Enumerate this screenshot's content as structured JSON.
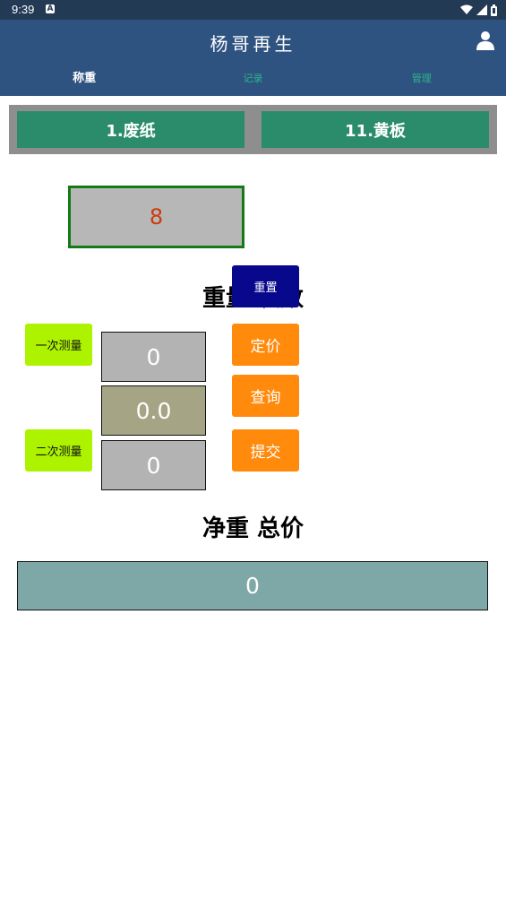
{
  "status_bar": {
    "time": "9:39",
    "notification_letter": "A",
    "icons": [
      "wifi-icon",
      "signal-icon",
      "battery-icon"
    ]
  },
  "app_bar": {
    "title": "杨哥再生",
    "tabs": [
      {
        "label": "称重",
        "active": true
      },
      {
        "label": "记录",
        "active": false
      },
      {
        "label": "管理",
        "active": false
      }
    ]
  },
  "categories": {
    "left": "1.废纸",
    "right": "11.黄板"
  },
  "count_value": "8",
  "buttons": {
    "reset": "重置",
    "first_measure": "一次测量",
    "second_measure": "二次测量",
    "price": "定价",
    "query": "查询",
    "submit": "提交"
  },
  "headings": {
    "weight": "重量 次数",
    "net_total": "净重 总价"
  },
  "values": {
    "first": "0",
    "middle": "0.0",
    "second": "0",
    "total": "0"
  },
  "colors": {
    "status_bar": "#233a55",
    "app_bar": "#2e5380",
    "tab_inactive": "#2cb58a",
    "category_button": "#2a8c6a",
    "reset_button": "#08088c",
    "measure_button": "#adf300",
    "action_button": "#ff8a0b",
    "count_text": "#cc3a0e",
    "count_border": "#137a14",
    "total_box": "#7ea8a8"
  }
}
